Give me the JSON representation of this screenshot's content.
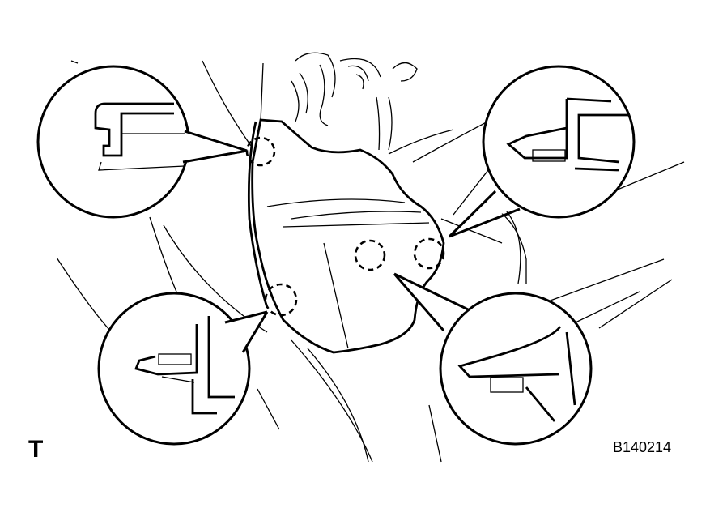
{
  "labels": {
    "view_marker": "T",
    "figure_code": "B140214"
  },
  "callouts": [
    {
      "id": "top-left",
      "detail": "hook-clip"
    },
    {
      "id": "top-right",
      "detail": "claw-clip"
    },
    {
      "id": "bottom-left",
      "detail": "claw-clip"
    },
    {
      "id": "bottom-right",
      "detail": "claw-clip"
    }
  ],
  "colors": {
    "line": "#000000",
    "background": "#ffffff"
  }
}
